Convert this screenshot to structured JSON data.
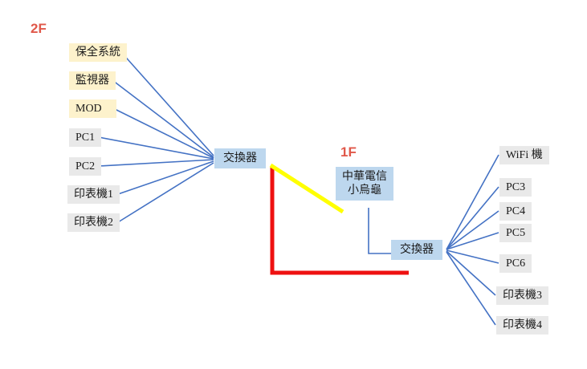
{
  "diagram": {
    "floors": {
      "f2": "2F",
      "f1": "1F"
    },
    "left_nodes": [
      {
        "label": "保全系統",
        "style": "yellow"
      },
      {
        "label": "監視器",
        "style": "yellow"
      },
      {
        "label": "MOD",
        "style": "yellow"
      },
      {
        "label": "PC1",
        "style": "gray"
      },
      {
        "label": "PC2",
        "style": "gray"
      },
      {
        "label": "印表機1",
        "style": "gray"
      },
      {
        "label": "印表機2",
        "style": "gray"
      }
    ],
    "switch_2f": {
      "label": "交換器"
    },
    "modem": {
      "line1": "中華電信",
      "line2": "小烏龜"
    },
    "switch_1f": {
      "label": "交換器"
    },
    "right_nodes": [
      {
        "label": "WiFi 機"
      },
      {
        "label": "PC3"
      },
      {
        "label": "PC4"
      },
      {
        "label": "PC5"
      },
      {
        "label": "PC6"
      },
      {
        "label": "印表機3"
      },
      {
        "label": "印表機4"
      }
    ],
    "colors": {
      "yellow_node_bg": "#fdf2cc",
      "gray_node_bg": "#e9e9e9",
      "blue_node_bg": "#bdd7ee",
      "blue_link": "#4472c4",
      "yellow_link": "#ffff00",
      "red_link": "#ee1111",
      "floor_label": "#e0584a"
    }
  }
}
